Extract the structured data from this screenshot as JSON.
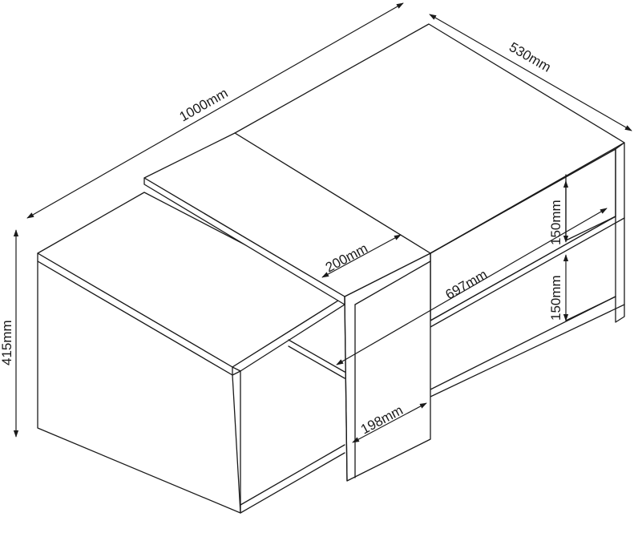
{
  "dimensions": {
    "overall_length": "1000mm",
    "overall_depth": "530mm",
    "overall_height": "415mm",
    "top_panel_width": "200mm",
    "inner_width": "697mm",
    "shelf_upper_gap": "150mm",
    "shelf_lower_gap": "150mm",
    "panel_bottom_width": "198mm"
  },
  "colors": {
    "line": "#1a1a1a",
    "background": "#ffffff"
  }
}
